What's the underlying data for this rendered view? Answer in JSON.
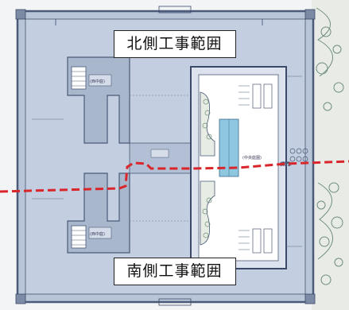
{
  "labels": {
    "north": "北側工事範囲",
    "south": "南側工事範囲"
  },
  "colors": {
    "site_fill": "#b8c5d8",
    "inner_fill": "#c9d3e3",
    "wall": "#4a5a78",
    "courtyard": "#ffffff",
    "glass": "#8fc6e0",
    "boundary_line": "#d9262b",
    "greenery": "#6f8f7a"
  },
  "legend": {
    "boundary": "construction-boundary-dashed-red"
  }
}
